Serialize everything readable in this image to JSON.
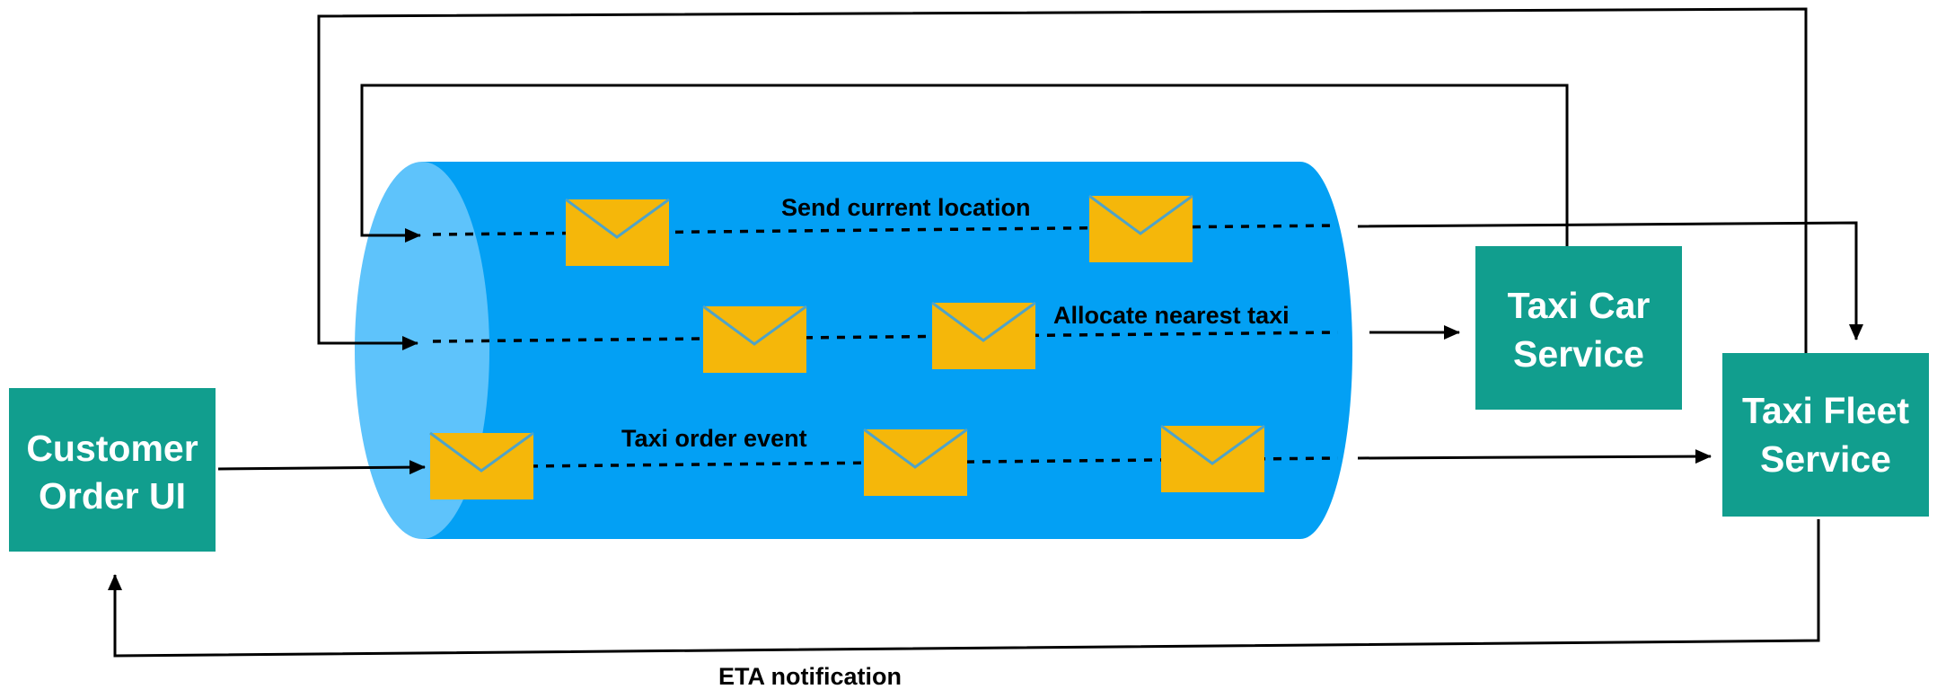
{
  "services": {
    "customer_order_ui": {
      "line1": "Customer",
      "line2": "Order UI"
    },
    "taxi_car_service": {
      "line1": "Taxi Car",
      "line2": "Service"
    },
    "taxi_fleet_service": {
      "line1": "Taxi Fleet",
      "line2": "Service"
    }
  },
  "topics": {
    "send_current_location": "Send current location",
    "allocate_nearest_taxi": "Allocate nearest taxi",
    "taxi_order_event": "Taxi order event"
  },
  "flows": {
    "eta_notification": "ETA notification"
  },
  "colors": {
    "service_box": "#119e8e",
    "queue_body": "#03a0f4",
    "queue_face": "#5ec3fb",
    "message_envelope": "#f5b70a",
    "envelope_fold": "#4fa3c8"
  },
  "icons": {
    "queue": "cylinder-queue-icon",
    "message": "envelope-icon"
  }
}
